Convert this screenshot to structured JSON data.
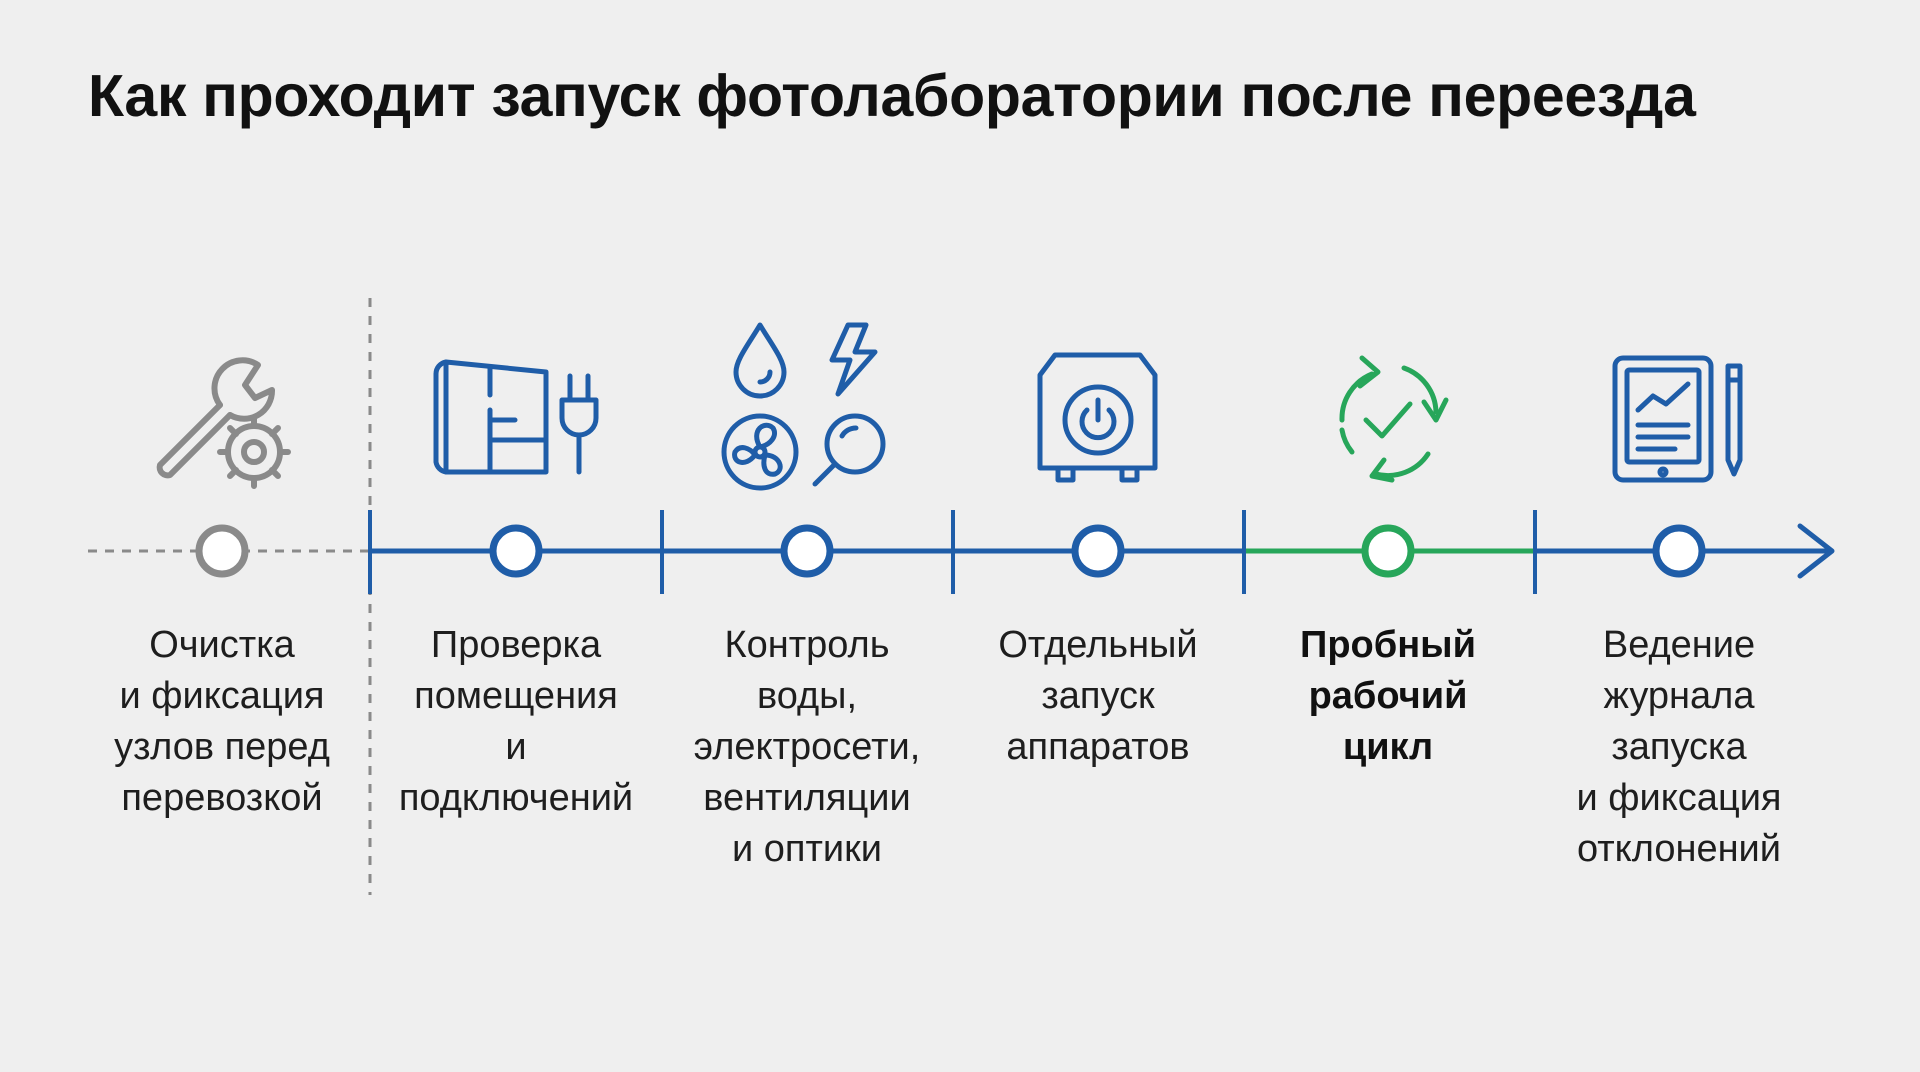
{
  "title": "Как проходит запуск фотолаборатории после переезда",
  "colors": {
    "background": "#efefef",
    "primary": "#1f5da8",
    "inactive": "#8a8a8a",
    "active": "#27a65a",
    "text": "#1e1e1e"
  },
  "steps": [
    {
      "label": "Очистка\nи фиксация\nузлов перед\nперевозкой",
      "state": "inactive",
      "icon": "wrench-gear-icon"
    },
    {
      "label": "Проверка\nпомещения\nи\nподключений",
      "state": "normal",
      "icon": "floorplan-plug-icon"
    },
    {
      "label": "Контроль\nводы,\nэлектросети,\nвентиляции\nи оптики",
      "state": "normal",
      "icon": "water-power-fan-lens-icon"
    },
    {
      "label": "Отдельный\nзапуск\nаппаратов",
      "state": "normal",
      "icon": "power-machine-icon"
    },
    {
      "label": "Пробный\nрабочий\nцикл",
      "state": "active",
      "icon": "cycle-check-icon"
    },
    {
      "label": "Ведение\nжурнала\nзапуска\nи фиксация\nотклонений",
      "state": "normal",
      "icon": "tablet-log-icon"
    }
  ]
}
